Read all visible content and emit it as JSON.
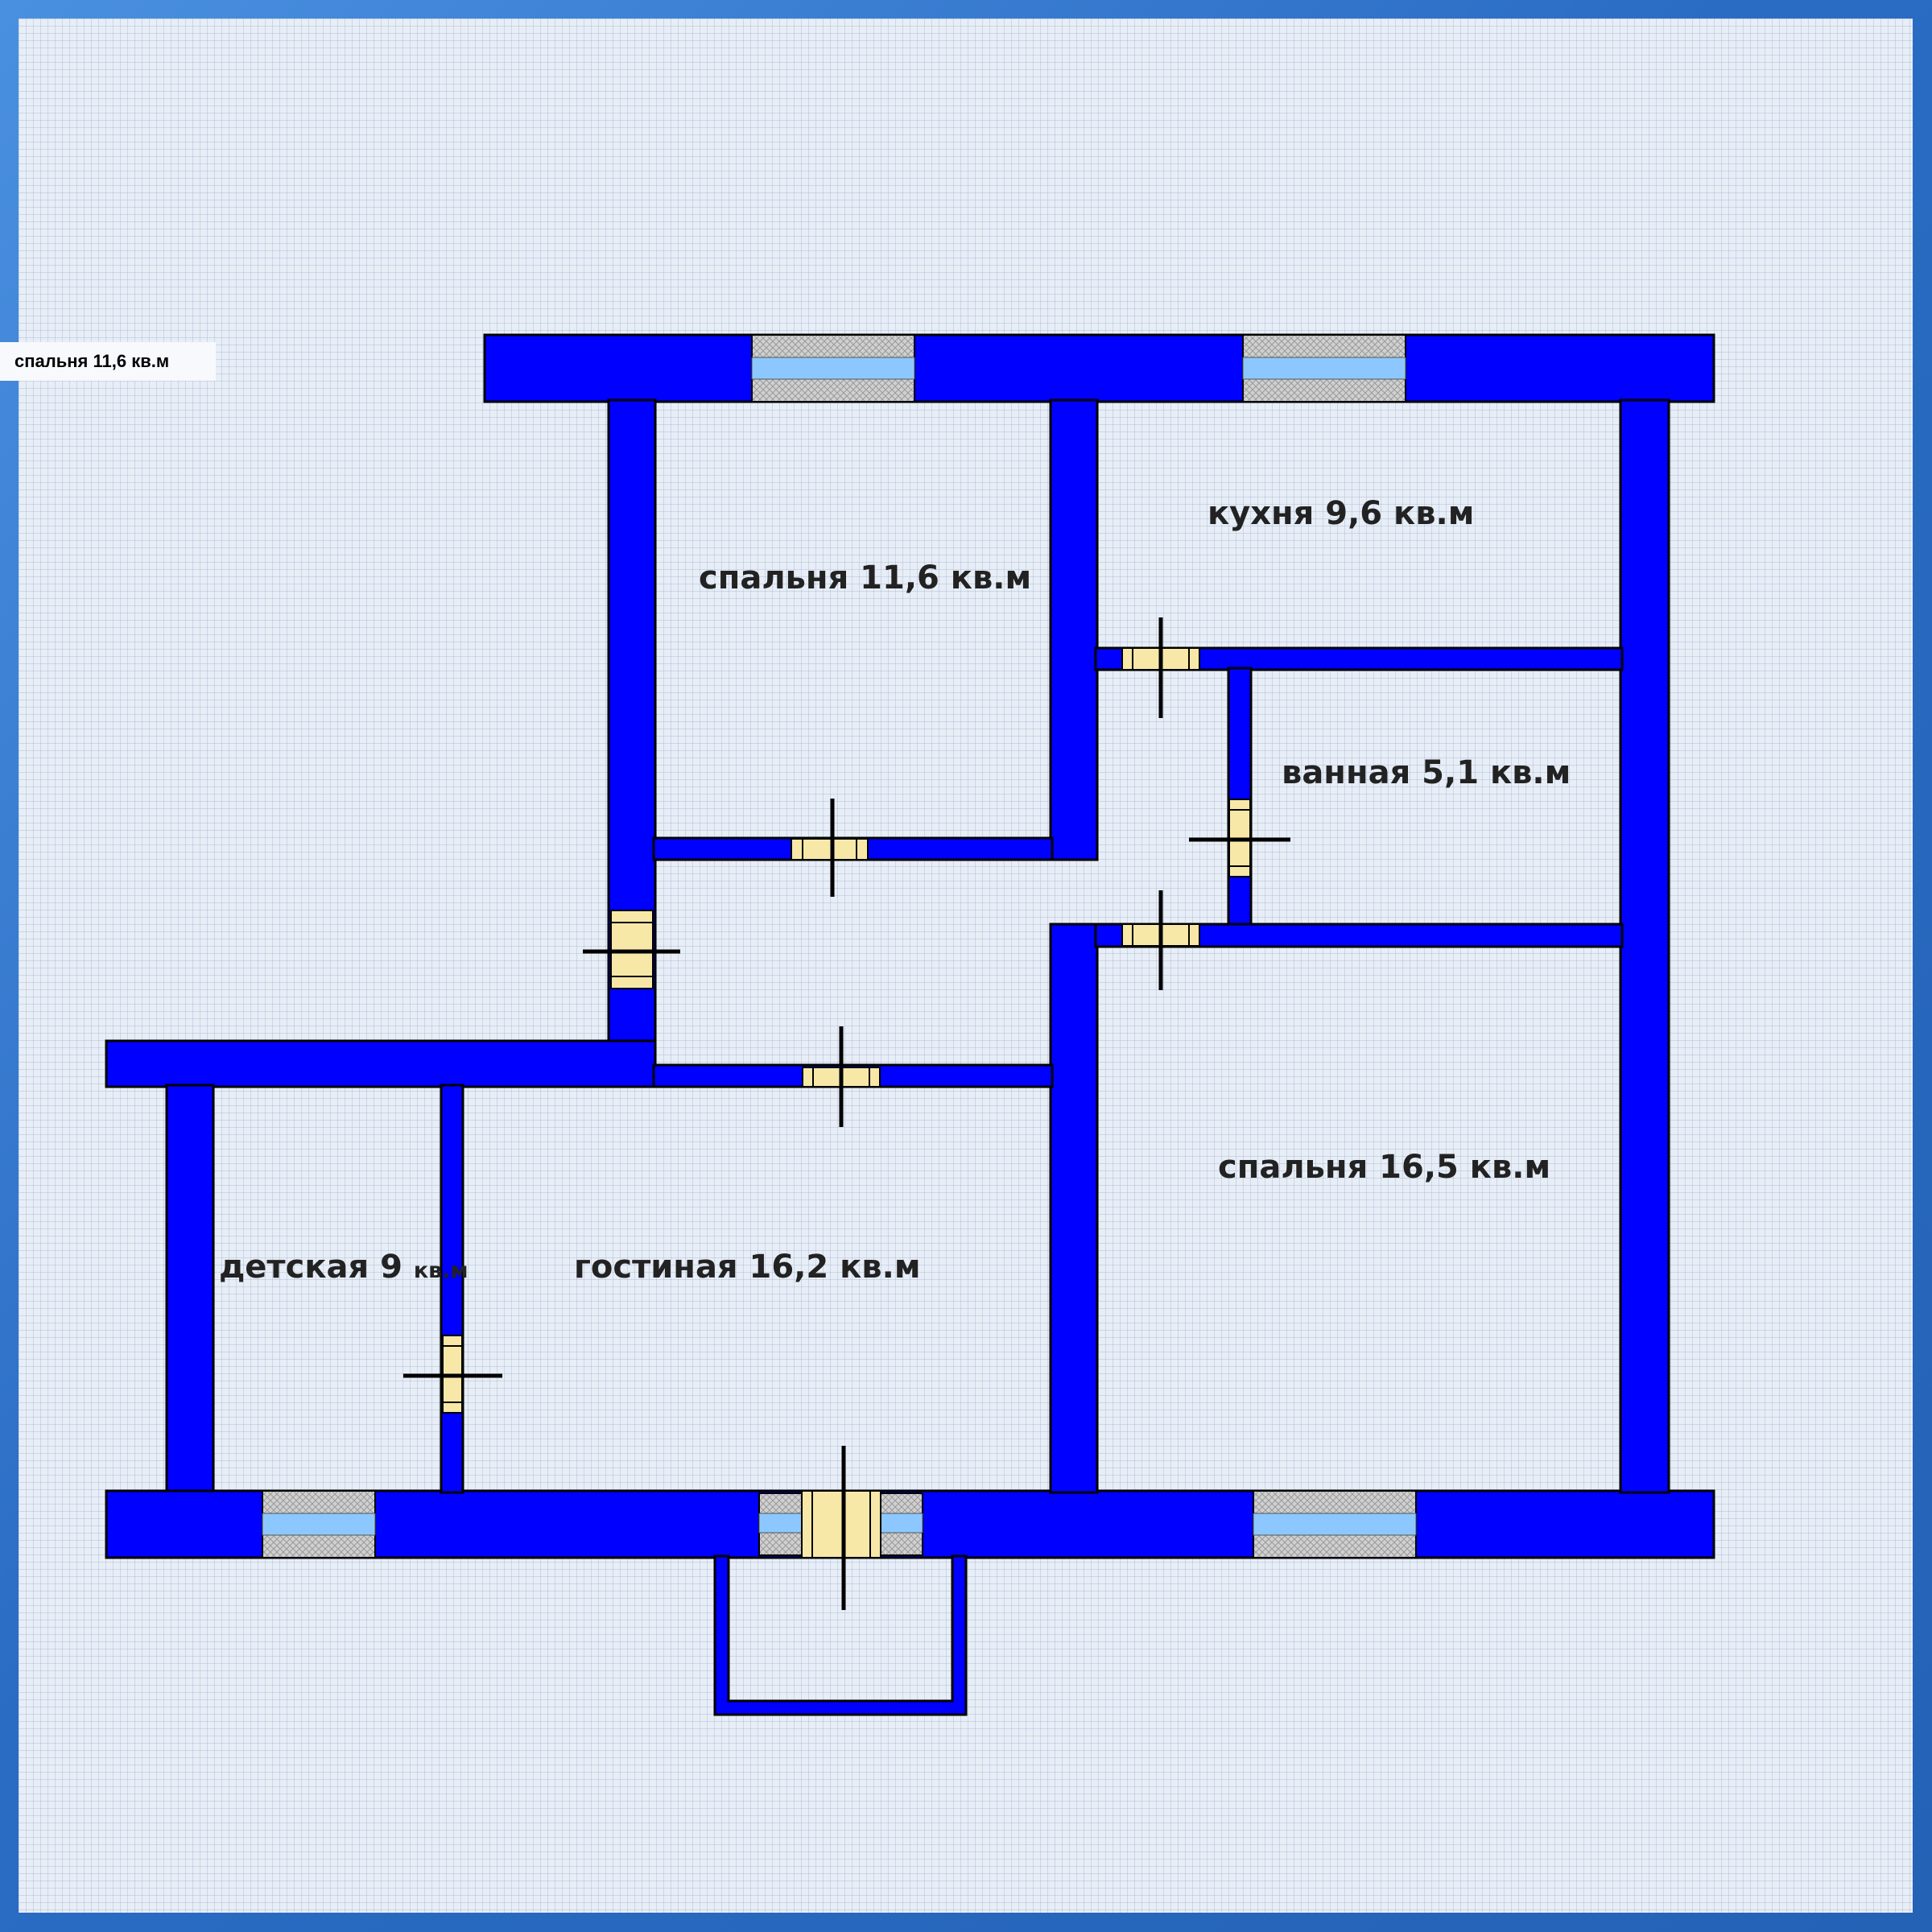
{
  "note_label": "спальня 11,6 кв.м",
  "rooms": {
    "bedroom_small": "спальня 11,6 кв.м",
    "kitchen": "кухня 9,6 кв.м",
    "bathroom": "ванная 5,1 кв.м",
    "bedroom_large": "спальня 16,5 кв.м",
    "living_room": "гостиная 16,2 кв.м",
    "nursery_main": "детская 9 ",
    "nursery_unit": "кв.м"
  },
  "colors": {
    "wall": "#0000ff",
    "window_glass": "#8cc8ff",
    "window_frame": "#c8c8c8",
    "door": "#f7e8a8",
    "floor": "#e8eef6"
  },
  "icons": {
    "door": "door-symbol",
    "window": "window-symbol"
  }
}
